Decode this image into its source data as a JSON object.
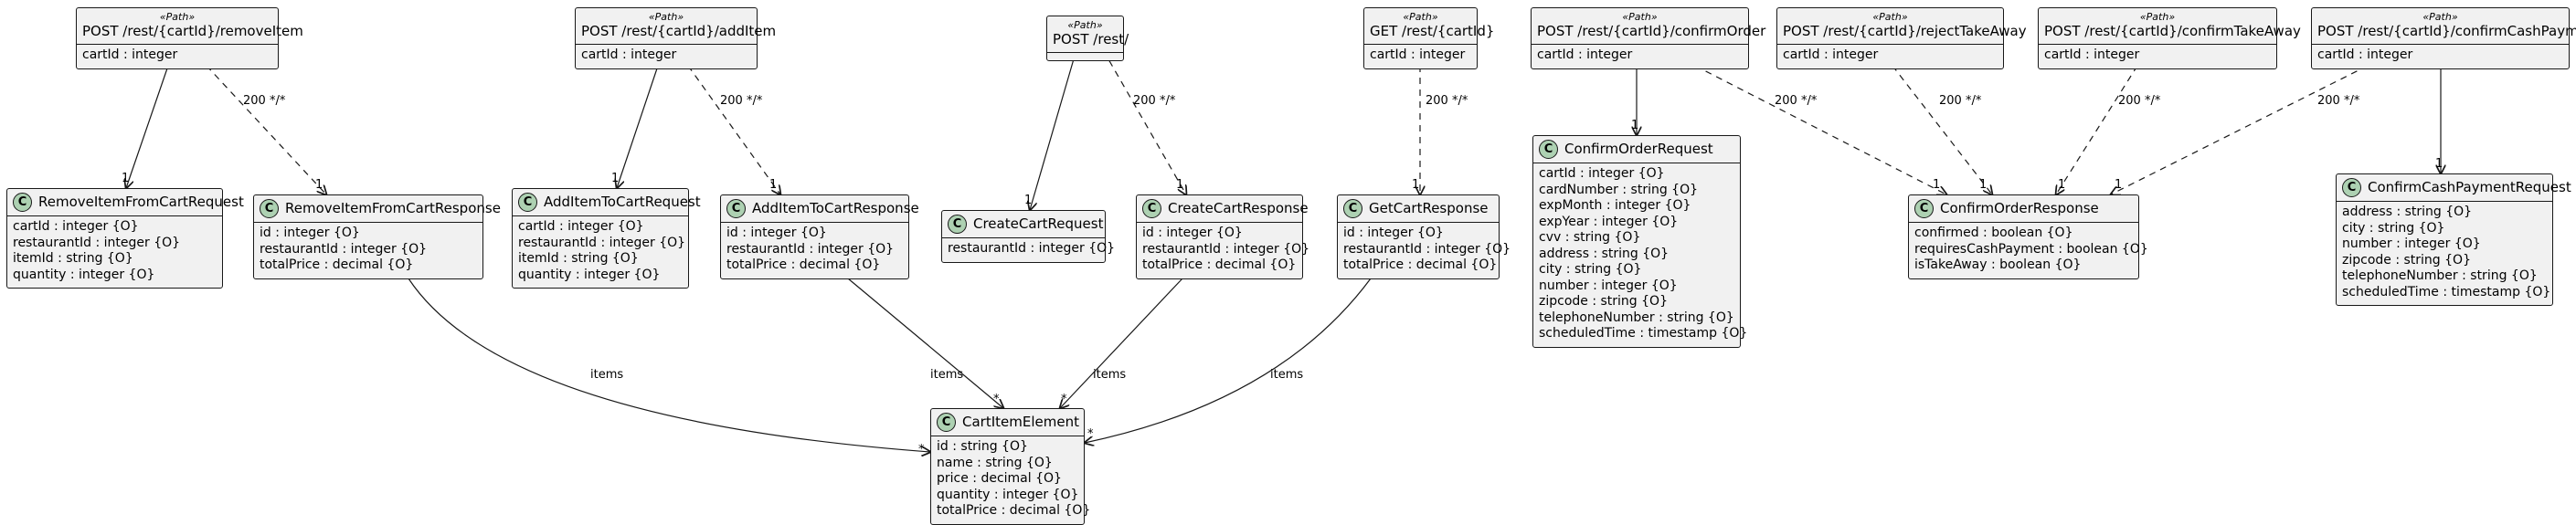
{
  "paths": [
    {
      "id": "p_remove",
      "stereotype": "«Path»",
      "title": "POST /rest/{cartId}/removeItem",
      "fields": [
        "cartId : integer"
      ]
    },
    {
      "id": "p_add",
      "stereotype": "«Path»",
      "title": "POST /rest/{cartId}/addItem",
      "fields": [
        "cartId : integer"
      ]
    },
    {
      "id": "p_create",
      "stereotype": "«Path»",
      "title": "POST /rest/",
      "fields": []
    },
    {
      "id": "p_get",
      "stereotype": "«Path»",
      "title": "GET /rest/{cartId}",
      "fields": [
        "cartId : integer"
      ]
    },
    {
      "id": "p_confirm",
      "stereotype": "«Path»",
      "title": "POST /rest/{cartId}/confirmOrder",
      "fields": [
        "cartId : integer"
      ]
    },
    {
      "id": "p_reject",
      "stereotype": "«Path»",
      "title": "POST /rest/{cartId}/rejectTakeAway",
      "fields": [
        "cartId : integer"
      ]
    },
    {
      "id": "p_take",
      "stereotype": "«Path»",
      "title": "POST /rest/{cartId}/confirmTakeAway",
      "fields": [
        "cartId : integer"
      ]
    },
    {
      "id": "p_cash",
      "stereotype": "«Path»",
      "title": "POST /rest/{cartId}/confirmCashPayment",
      "fields": [
        "cartId : integer"
      ]
    }
  ],
  "classes": [
    {
      "id": "c_remove_req",
      "icon": "C",
      "title": "RemoveItemFromCartRequest",
      "fields": [
        "cartId : integer {O}",
        "restaurantId : integer {O}",
        "itemId : string {O}",
        "quantity : integer {O}"
      ]
    },
    {
      "id": "c_remove_resp",
      "icon": "C",
      "title": "RemoveItemFromCartResponse",
      "fields": [
        "id : integer {O}",
        "restaurantId : integer {O}",
        "totalPrice : decimal {O}"
      ]
    },
    {
      "id": "c_add_req",
      "icon": "C",
      "title": "AddItemToCartRequest",
      "fields": [
        "cartId : integer {O}",
        "restaurantId : integer {O}",
        "itemId : string {O}",
        "quantity : integer {O}"
      ]
    },
    {
      "id": "c_add_resp",
      "icon": "C",
      "title": "AddItemToCartResponse",
      "fields": [
        "id : integer {O}",
        "restaurantId : integer {O}",
        "totalPrice : decimal {O}"
      ]
    },
    {
      "id": "c_create_req",
      "icon": "C",
      "title": "CreateCartRequest",
      "fields": [
        "restaurantId : integer {O}"
      ]
    },
    {
      "id": "c_create_resp",
      "icon": "C",
      "title": "CreateCartResponse",
      "fields": [
        "id : integer {O}",
        "restaurantId : integer {O}",
        "totalPrice : decimal {O}"
      ]
    },
    {
      "id": "c_get_resp",
      "icon": "C",
      "title": "GetCartResponse",
      "fields": [
        "id : integer {O}",
        "restaurantId : integer {O}",
        "totalPrice : decimal {O}"
      ]
    },
    {
      "id": "c_confirm_req",
      "icon": "C",
      "title": "ConfirmOrderRequest",
      "fields": [
        "cartId : integer {O}",
        "cardNumber : string {O}",
        "expMonth : integer {O}",
        "expYear : integer {O}",
        "cvv : string {O}",
        "address : string {O}",
        "city : string {O}",
        "number : integer {O}",
        "zipcode : string {O}",
        "telephoneNumber : string {O}",
        "scheduledTime : timestamp {O}"
      ]
    },
    {
      "id": "c_confirm_resp",
      "icon": "C",
      "title": "ConfirmOrderResponse",
      "fields": [
        "confirmed : boolean {O}",
        "requiresCashPayment : boolean {O}",
        "isTakeAway : boolean {O}"
      ]
    },
    {
      "id": "c_cash_req",
      "icon": "C",
      "title": "ConfirmCashPaymentRequest",
      "fields": [
        "address : string {O}",
        "city : string {O}",
        "number : integer {O}",
        "zipcode : string {O}",
        "telephoneNumber : string {O}",
        "scheduledTime : timestamp {O}"
      ]
    },
    {
      "id": "c_cart_item",
      "icon": "C",
      "title": "CartItemElement",
      "fields": [
        "id : string {O}",
        "name : string {O}",
        "price : decimal {O}",
        "quantity : integer {O}",
        "totalPrice : decimal {O}"
      ]
    }
  ],
  "edges": [
    {
      "from": "p_remove",
      "to": "c_remove_req",
      "style": "solid",
      "target_multiplicity": "1"
    },
    {
      "from": "p_remove",
      "to": "c_remove_resp",
      "style": "dashed",
      "label": "200 */*",
      "target_multiplicity": "1"
    },
    {
      "from": "p_add",
      "to": "c_add_req",
      "style": "solid",
      "target_multiplicity": "1"
    },
    {
      "from": "p_add",
      "to": "c_add_resp",
      "style": "dashed",
      "label": "200 */*",
      "target_multiplicity": "1"
    },
    {
      "from": "p_create",
      "to": "c_create_req",
      "style": "solid",
      "target_multiplicity": "1"
    },
    {
      "from": "p_create",
      "to": "c_create_resp",
      "style": "dashed",
      "label": "200 */*",
      "target_multiplicity": "1"
    },
    {
      "from": "p_get",
      "to": "c_get_resp",
      "style": "dashed",
      "label": "200 */*",
      "target_multiplicity": "1"
    },
    {
      "from": "p_confirm",
      "to": "c_confirm_req",
      "style": "solid",
      "target_multiplicity": "1"
    },
    {
      "from": "p_confirm",
      "to": "c_confirm_resp",
      "style": "dashed",
      "label": "200 */*",
      "target_multiplicity": "1"
    },
    {
      "from": "p_reject",
      "to": "c_confirm_resp",
      "style": "dashed",
      "label": "200 */*",
      "target_multiplicity": "1"
    },
    {
      "from": "p_take",
      "to": "c_confirm_resp",
      "style": "dashed",
      "label": "200 */*",
      "target_multiplicity": "1"
    },
    {
      "from": "p_cash",
      "to": "c_confirm_resp",
      "style": "dashed",
      "label": "200 */*",
      "target_multiplicity": "1"
    },
    {
      "from": "p_cash",
      "to": "c_cash_req",
      "style": "solid",
      "target_multiplicity": "1"
    },
    {
      "from": "c_remove_resp",
      "to": "c_cart_item",
      "style": "solid",
      "label": "items",
      "target_multiplicity": "*"
    },
    {
      "from": "c_add_resp",
      "to": "c_cart_item",
      "style": "solid",
      "label": "items",
      "target_multiplicity": "*"
    },
    {
      "from": "c_create_resp",
      "to": "c_cart_item",
      "style": "solid",
      "label": "items",
      "target_multiplicity": "*"
    },
    {
      "from": "c_get_resp",
      "to": "c_cart_item",
      "style": "solid",
      "label": "items",
      "target_multiplicity": "*"
    }
  ],
  "colors": {
    "box_fill": "#f1f1f1",
    "border": "#181818",
    "class_icon": "#add1b2",
    "line": "#181818"
  }
}
